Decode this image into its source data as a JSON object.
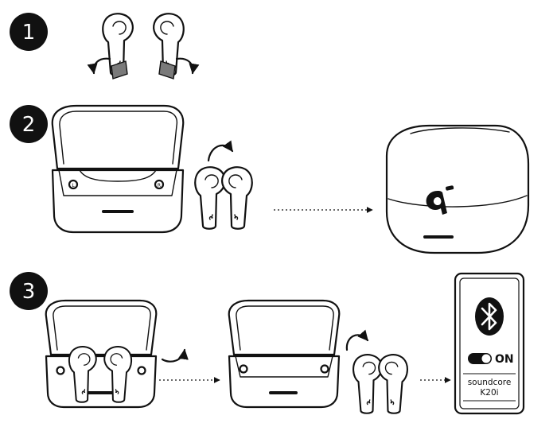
{
  "steps": [
    {
      "number": "1"
    },
    {
      "number": "2"
    },
    {
      "number": "3"
    }
  ],
  "earbud_marks": {
    "left": "L",
    "right": "R"
  },
  "phone": {
    "icon": "bluetooth-icon",
    "toggle_label": "ON",
    "device_brand": "soundcore",
    "device_model": "K20i"
  },
  "colors": {
    "ink": "#111111",
    "paper": "#ffffff",
    "tab_grey": "#7a7a7a"
  }
}
